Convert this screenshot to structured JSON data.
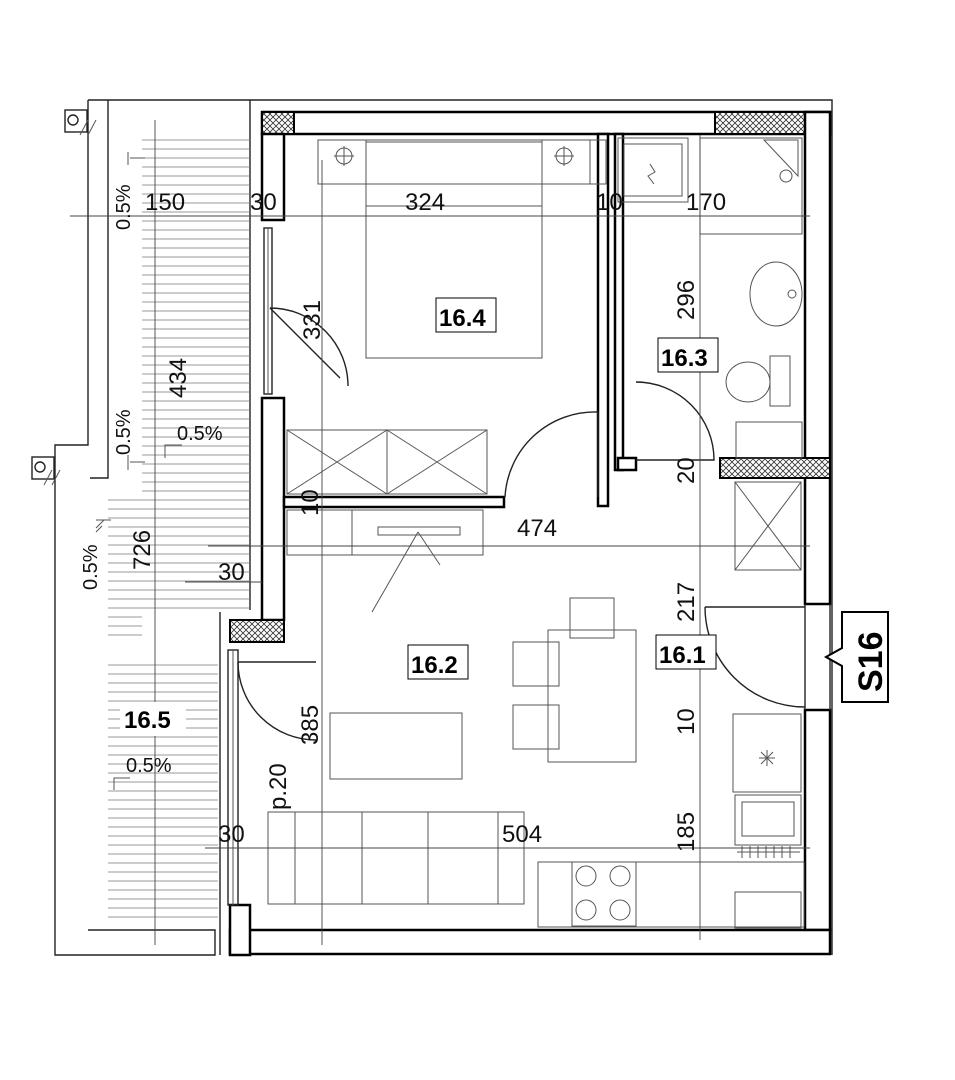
{
  "unit": {
    "label": "S16"
  },
  "rooms": [
    {
      "id": "bedroom",
      "label": "16.4"
    },
    {
      "id": "bathroom",
      "label": "16.3"
    },
    {
      "id": "living",
      "label": "16.2"
    },
    {
      "id": "hall",
      "label": "16.1"
    },
    {
      "id": "terrace",
      "label": "16.5"
    }
  ],
  "dimensions": {
    "top_150": "150",
    "top_30": "30",
    "top_324": "324",
    "top_10": "10",
    "top_170": "170",
    "v_331": "331",
    "v_434": "434",
    "v_296": "296",
    "v_20": "20",
    "v_10_a": "10",
    "h_474": "474",
    "v_726": "726",
    "h_30_a": "30",
    "v_217": "217",
    "v_10_b": "10",
    "v_385": "385",
    "p20": "p.20",
    "h_30_b": "30",
    "h_504": "504",
    "v_185": "185"
  },
  "slopes": {
    "s1": "0.5%",
    "s2": "0.5%",
    "s3": "0.5%",
    "s4": "0.5%",
    "s5": "0.5%"
  }
}
